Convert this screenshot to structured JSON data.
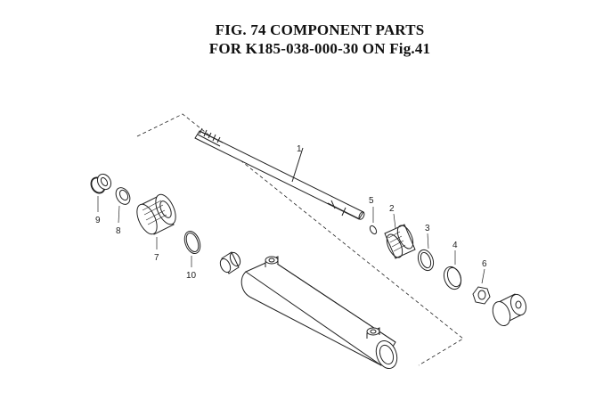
{
  "figure": {
    "title_line1": "FIG. 74  COMPONENT PARTS",
    "title_line2": "FOR K185-038-000-30 ON Fig.41"
  },
  "callouts": {
    "p1": "1",
    "p2": "2",
    "p3": "3",
    "p4": "4",
    "p5": "5",
    "p6": "6",
    "p7": "7",
    "p8": "8",
    "p9": "9",
    "p10": "10"
  }
}
